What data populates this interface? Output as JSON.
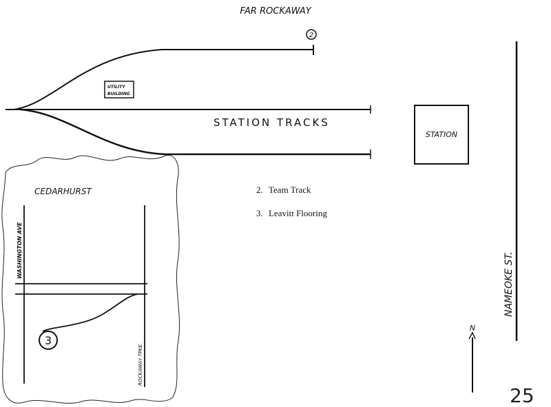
{
  "title": "FAR ROCKAWAY",
  "main_map": {
    "marker_2": "2",
    "utility_building": [
      "UTILITY",
      "BUILDING"
    ],
    "station_tracks": "STATION TRACKS",
    "station": "STATION",
    "street": "NAMEOKE ST.",
    "north": "N"
  },
  "inset": {
    "title": "CEDARHURST",
    "street_left": "WASHINGTON AVE",
    "street_right": "ROCKAWAY TPKE.",
    "marker_3": "3"
  },
  "legend": [
    {
      "number": "2.",
      "label": "Team Track"
    },
    {
      "number": "3.",
      "label": "Leavitt Flooring"
    }
  ],
  "page_number": "25"
}
